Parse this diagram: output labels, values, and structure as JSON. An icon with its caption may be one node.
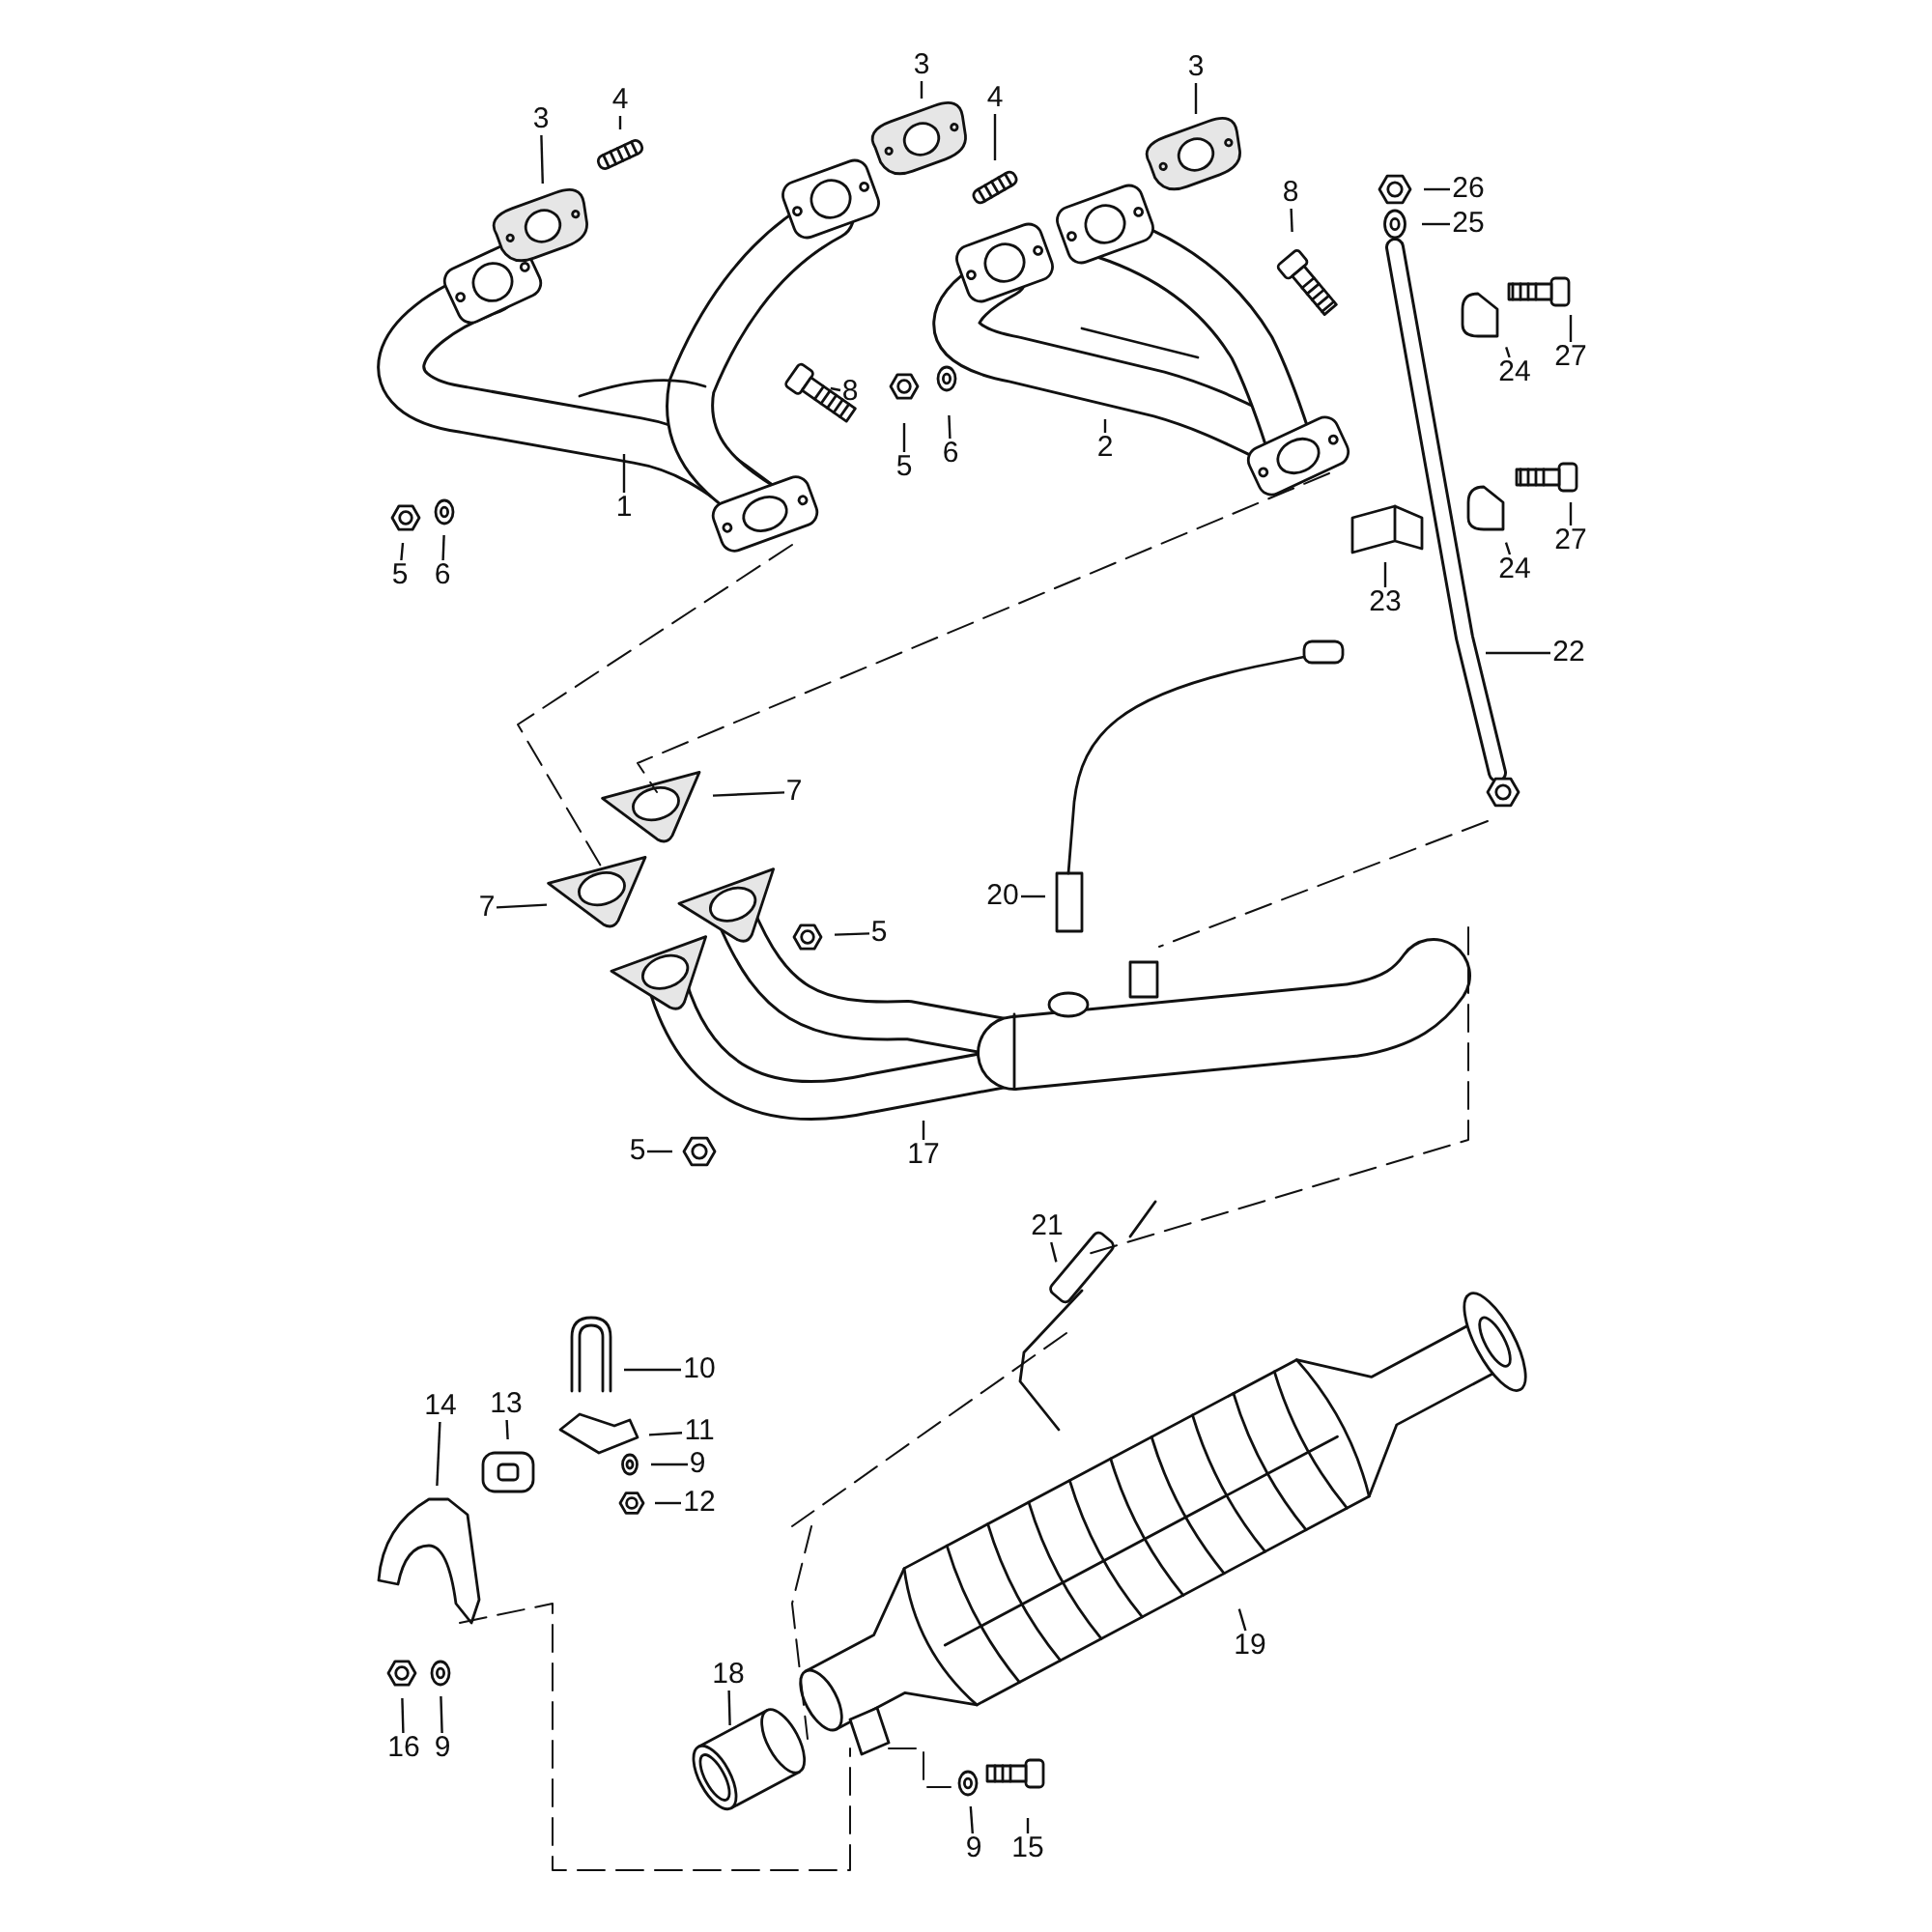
{
  "diagram": {
    "nodes": [
      {
        "text": [
          "3"
        ]
      },
      {
        "text": [
          "4"
        ]
      },
      {
        "text": [
          "3"
        ]
      },
      {
        "text": [
          "4"
        ]
      },
      {
        "text": [
          "3"
        ]
      },
      {
        "text": [
          "26"
        ]
      },
      {
        "text": [
          "8"
        ]
      },
      {
        "text": [
          "25"
        ]
      },
      {
        "text": [
          "27"
        ]
      },
      {
        "text": [
          "24"
        ]
      },
      {
        "text": [
          "8"
        ]
      },
      {
        "text": [
          "6"
        ]
      },
      {
        "text": [
          "5"
        ]
      },
      {
        "text": [
          "2"
        ]
      },
      {
        "text": [
          "1"
        ]
      },
      {
        "text": [
          "27"
        ]
      },
      {
        "text": [
          "24"
        ]
      },
      {
        "text": [
          "5"
        ]
      },
      {
        "text": [
          "6"
        ]
      },
      {
        "text": [
          "23"
        ]
      },
      {
        "text": [
          "22"
        ]
      },
      {
        "text": [
          "7"
        ]
      },
      {
        "text": [
          "20"
        ]
      },
      {
        "text": [
          "7"
        ]
      },
      {
        "text": [
          "5"
        ]
      },
      {
        "text": [
          "5"
        ]
      },
      {
        "text": [
          "17"
        ]
      },
      {
        "text": [
          "21"
        ]
      },
      {
        "text": [
          "10"
        ]
      },
      {
        "text": [
          "13"
        ]
      },
      {
        "text": [
          "14"
        ]
      },
      {
        "text": [
          "11"
        ]
      },
      {
        "text": [
          "9"
        ]
      },
      {
        "text": [
          "12"
        ]
      },
      {
        "text": [
          "19"
        ]
      },
      {
        "text": [
          "18"
        ]
      },
      {
        "text": [
          "16"
        ]
      },
      {
        "text": [
          "9"
        ]
      },
      {
        "text": [
          "9"
        ]
      },
      {
        "text": [
          "15"
        ]
      }
    ],
    "edges": [
      {
        "from": 0,
        "to": null,
        "arrow": "none"
      },
      {
        "from": 1,
        "to": null,
        "arrow": "none"
      },
      {
        "from": 2,
        "to": null,
        "arrow": "none"
      },
      {
        "from": 3,
        "to": null,
        "arrow": "none"
      },
      {
        "from": 4,
        "to": null,
        "arrow": "none"
      },
      {
        "from": 5,
        "to": null,
        "arrow": "none"
      },
      {
        "from": 6,
        "to": null,
        "arrow": "none"
      },
      {
        "from": 7,
        "to": null,
        "arrow": "none"
      },
      {
        "from": 8,
        "to": null,
        "arrow": "none"
      },
      {
        "from": 9,
        "to": null,
        "arrow": "none"
      },
      {
        "from": 10,
        "to": null,
        "arrow": "none"
      },
      {
        "from": 11,
        "to": null,
        "arrow": "none"
      },
      {
        "from": 12,
        "to": null,
        "arrow": "none"
      },
      {
        "from": 13,
        "to": null,
        "arrow": "none"
      },
      {
        "from": 14,
        "to": null,
        "arrow": "none"
      },
      {
        "from": 15,
        "to": null,
        "arrow": "none"
      },
      {
        "from": 16,
        "to": null,
        "arrow": "none"
      },
      {
        "from": 17,
        "to": null,
        "arrow": "none"
      },
      {
        "from": 18,
        "to": null,
        "arrow": "none"
      },
      {
        "from": 19,
        "to": null,
        "arrow": "none"
      },
      {
        "from": 20,
        "to": null,
        "arrow": "none"
      },
      {
        "from": 21,
        "to": null,
        "arrow": "none"
      },
      {
        "from": 22,
        "to": null,
        "arrow": "none"
      },
      {
        "from": 23,
        "to": null,
        "arrow": "none"
      },
      {
        "from": 24,
        "to": null,
        "arrow": "none"
      },
      {
        "from": 25,
        "to": null,
        "arrow": "none"
      },
      {
        "from": 26,
        "to": null,
        "arrow": "none"
      },
      {
        "from": 27,
        "to": null,
        "arrow": "none"
      },
      {
        "from": 28,
        "to": null,
        "arrow": "none"
      },
      {
        "from": 29,
        "to": null,
        "arrow": "none"
      },
      {
        "from": 30,
        "to": null,
        "arrow": "none"
      },
      {
        "from": 31,
        "to": null,
        "arrow": "none"
      },
      {
        "from": 32,
        "to": null,
        "arrow": "none"
      },
      {
        "from": 33,
        "to": null,
        "arrow": "none"
      },
      {
        "from": 34,
        "to": null,
        "arrow": "none"
      },
      {
        "from": 35,
        "to": null,
        "arrow": "none"
      },
      {
        "from": 36,
        "to": null,
        "arrow": "none"
      },
      {
        "from": 37,
        "to": null,
        "arrow": "none"
      },
      {
        "from": 38,
        "to": null,
        "arrow": "none"
      },
      {
        "from": 39,
        "to": null,
        "arrow": "none"
      }
    ]
  }
}
